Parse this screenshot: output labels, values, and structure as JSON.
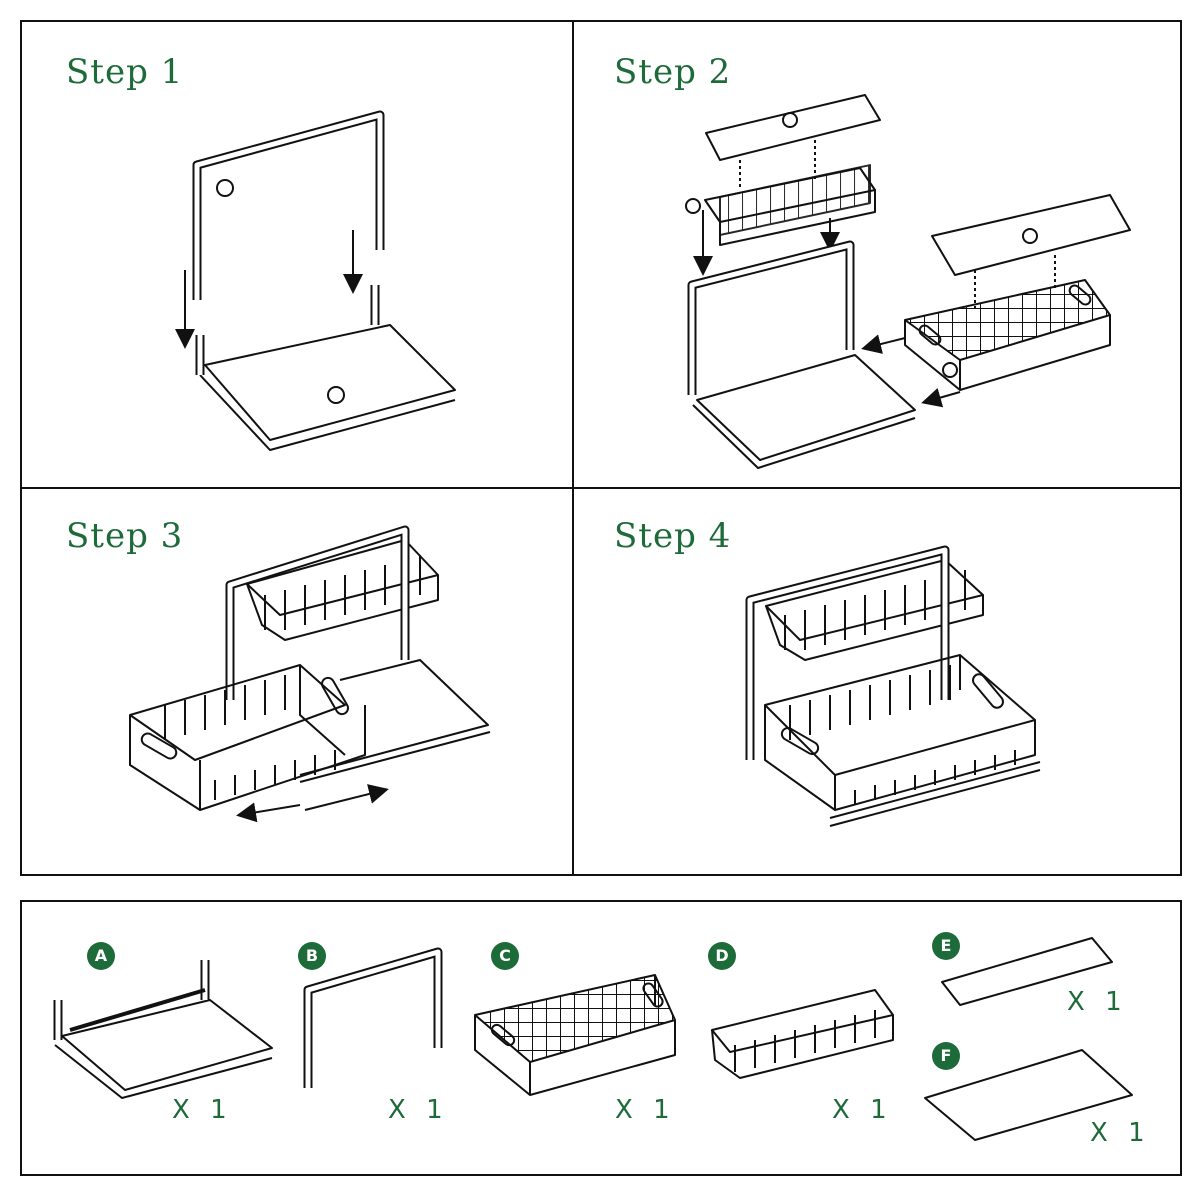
{
  "steps": [
    {
      "title": "Step 1"
    },
    {
      "title": "Step 2"
    },
    {
      "title": "Step 3"
    },
    {
      "title": "Step 4"
    }
  ],
  "parts": [
    {
      "letter": "A",
      "qty": "X 1"
    },
    {
      "letter": "B",
      "qty": "X 1"
    },
    {
      "letter": "C",
      "qty": "X 1"
    },
    {
      "letter": "D",
      "qty": "X 1"
    },
    {
      "letter": "E",
      "qty": "X 1"
    },
    {
      "letter": "F",
      "qty": "X 1"
    }
  ],
  "colors": {
    "accent": "#1e6b3a",
    "line": "#111111"
  }
}
